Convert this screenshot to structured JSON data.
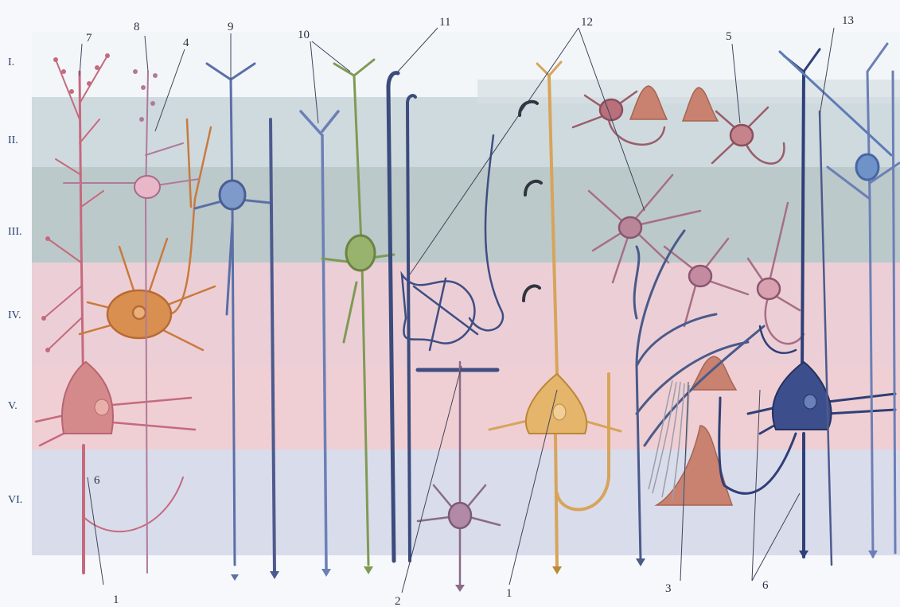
{
  "layers": [
    "I.",
    "II.",
    "III.",
    "IV.",
    "V.",
    "VI."
  ],
  "labels": {
    "n7": "7",
    "n8": "8",
    "n4": "4",
    "n9": "9",
    "n10": "10",
    "n11": "11",
    "n12": "12",
    "n5": "5",
    "n13": "13",
    "n6a": "6",
    "n1a": "1",
    "n2": "2",
    "n1b": "1",
    "n3": "3",
    "n6b": "6"
  },
  "colors": {
    "band_1": "#f3f6f9",
    "band_2": "#cfdadf",
    "band_3": "#bcc9ca",
    "band_4": "#eccfd6",
    "band_5": "#efcfd3",
    "band_6": "#d9dceb",
    "pyramidal": "#c56a7e",
    "stellate": "#c97a3f",
    "blue_neuron": "#5b6fa8",
    "green_neuron": "#7f9a55",
    "dark_axon": "#3c4b7d",
    "golden_neuron": "#d7a45a",
    "deep_blue": "#2f3f78",
    "mauve": "#a66f86",
    "salmon": "#c9826f"
  }
}
